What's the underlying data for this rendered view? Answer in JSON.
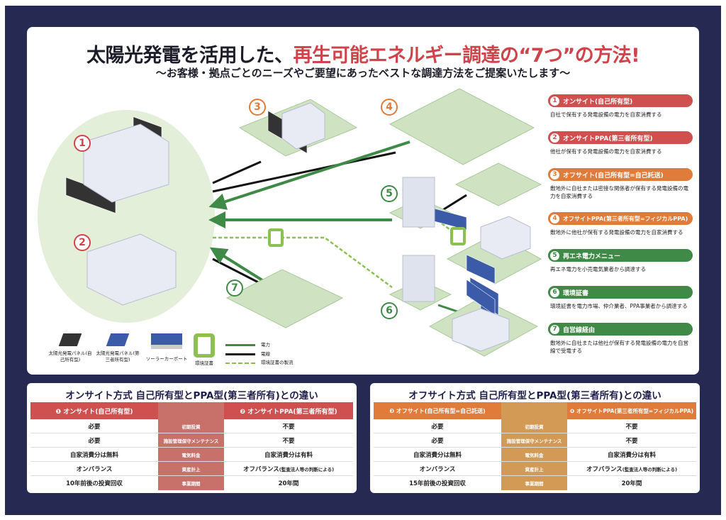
{
  "title": {
    "main": "太陽光発電を活用した、",
    "highlight": "再生可能エネルギー調達の“7つ”の方法!"
  },
  "subtitle": "〜お客様・拠点ごとのニーズやご要望にあったベストな調達方法をご提案いたします〜",
  "colors": {
    "frame": "#262a52",
    "red": "#d0434a",
    "orange": "#e07b3a",
    "green": "#3f8a46",
    "red_mid": "#c8706a",
    "orange_mid": "#d39a55"
  },
  "methods": [
    {
      "num": "1",
      "label": "オンサイト(自己所有型)",
      "desc": "自社で保有する発電設備の電力を自家消費する",
      "color": "#d0504f"
    },
    {
      "num": "2",
      "label": "オンサイトPPA(第三者所有型)",
      "desc": "他社が保有する発電設備の電力を自家消費する",
      "color": "#d0504f"
    },
    {
      "num": "3",
      "label": "オフサイト(自己所有型=自己託送)",
      "desc": "敷地外に自社または密接な関係者が保有する発電設備の電力を自家消費する",
      "color": "#e07b3a"
    },
    {
      "num": "4",
      "label": "オフサイトPPA(第三者所有型=フィジカルPPA)",
      "desc": "敷地外に他社が保有する発電設備の電力を自家消費する",
      "color": "#e07b3a"
    },
    {
      "num": "5",
      "label": "再エネ電力メニュー",
      "desc": "再エネ電力を小売電気業者から調達する",
      "color": "#3f8a46"
    },
    {
      "num": "6",
      "label": "環境証書",
      "desc": "環境証書を電力市場、仲介業者、PPA事業者から調達する",
      "color": "#3f8a46"
    },
    {
      "num": "7",
      "label": "自営線経由",
      "desc": "敷地外に自社または他社が保有する発電設備の電力を自営線で受電する",
      "color": "#3f8a46"
    }
  ],
  "legend": {
    "panel_own": "太陽光発電パネル(自己所有型)",
    "panel_third": "太陽光発電パネル(第三者所有型)",
    "carport": "ソーラーカーポート",
    "certificate": "環境証書",
    "power": "電力",
    "wire": "電線",
    "cert_flow": "環境証書の製流"
  },
  "onsite_table": {
    "title": "オンサイト方式 自己所有型とPPA型(第三者所有)との違い",
    "left_header": "❶ オンサイト(自己所有型)",
    "right_header": "❷ オンサイトPPA(第三者所有型)",
    "rows": [
      {
        "left": "必要",
        "mid": "初期投資",
        "right": "不要"
      },
      {
        "left": "必要",
        "mid": "施設管理保守メンテナンス",
        "right": "不要"
      },
      {
        "left": "自家消費分は無料",
        "mid": "電気料金",
        "right": "自家消費分は有料"
      },
      {
        "left": "オンバランス",
        "mid": "資産計上",
        "right": "オフバランス",
        "right_note": "(監査法人等の判断による)"
      },
      {
        "left": "10年前後の投資回収",
        "mid": "事業期間",
        "right": "20年間"
      }
    ]
  },
  "offsite_table": {
    "title": "オフサイト方式 自己所有型とPPA型(第三者所有)との違い",
    "left_header": "❸ オフサイト(自己所有型=自己託送)",
    "right_header": "❹ オフサイトPPA(第三者所有型=フィジカルPPA)",
    "rows": [
      {
        "left": "必要",
        "mid": "初期投資",
        "right": "不要"
      },
      {
        "left": "必要",
        "mid": "施設管理保守メンテナンス",
        "right": "不要"
      },
      {
        "left": "自家消費分は無料",
        "mid": "電気料金",
        "right": "自家消費分は有料"
      },
      {
        "left": "オンバランス",
        "mid": "資産計上",
        "right": "オフバランス",
        "right_note": "(監査法人等の判断による)"
      },
      {
        "left": "15年前後の投資回収",
        "mid": "事業期間",
        "right": "20年間"
      }
    ]
  }
}
